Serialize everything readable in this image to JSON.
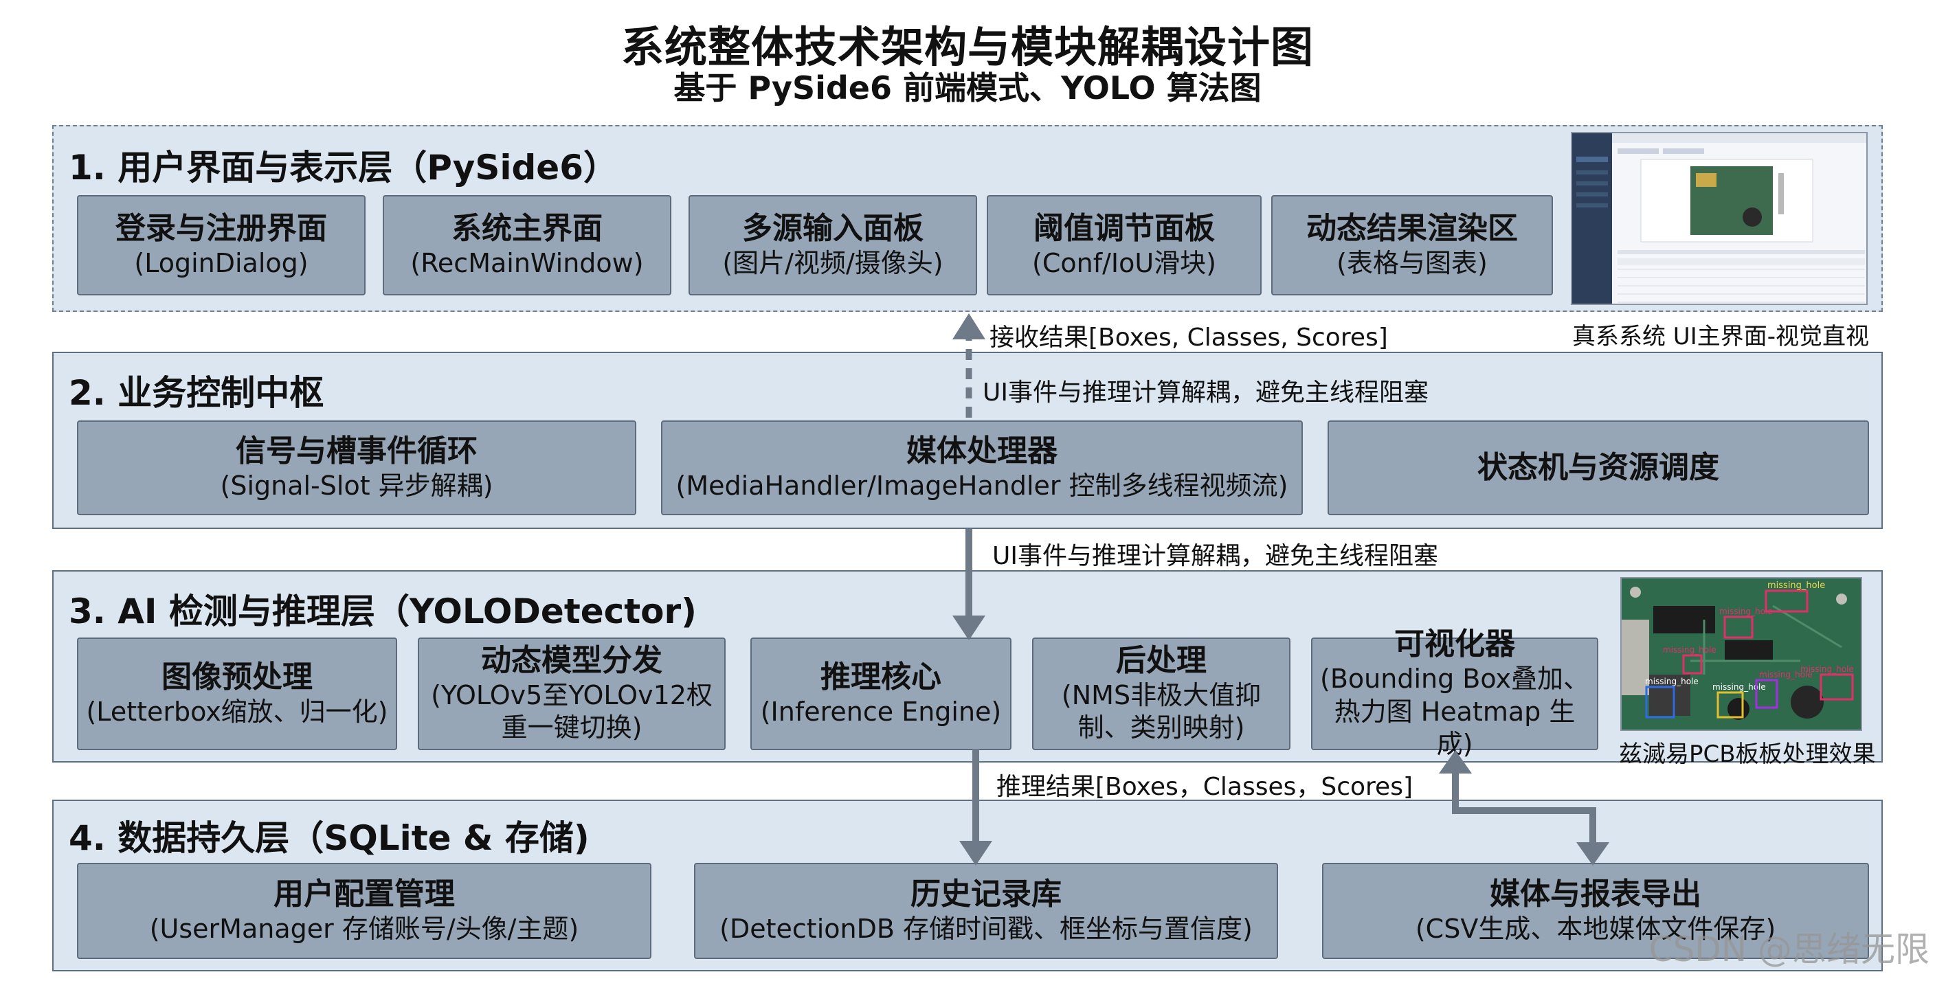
{
  "title": "系统整体技术架构与模块解耦设计图",
  "subtitle": "基于 PySide6 前端模式、YOLO 算法图",
  "layers": [
    {
      "title": "1. 用户界面与表示层（PySide6）",
      "boxes": [
        {
          "title": "登录与注册界面",
          "sub": "(LoginDialog)"
        },
        {
          "title": "系统主界面",
          "sub": "(RecMainWindow)"
        },
        {
          "title": "多源输入面板",
          "sub": "(图片/视频/摄像头)"
        },
        {
          "title": "阈值调节面板",
          "sub": "(Conf/IoU滑块)"
        },
        {
          "title": "动态结果渲染区",
          "sub": "(表格与图表)"
        }
      ],
      "caption": "真系系统 UI主界面-视觉直视"
    },
    {
      "title": "2. 业务控制中枢",
      "boxes": [
        {
          "title": "信号与槽事件循环",
          "sub": "(Signal-Slot 异步解耦)"
        },
        {
          "title": "媒体处理器",
          "sub": "(MediaHandler/ImageHandler 控制多线程视频流)"
        },
        {
          "title": "状态机与资源调度",
          "sub": ""
        }
      ]
    },
    {
      "title": "3. AI 检测与推理层（YOLODetector)",
      "boxes": [
        {
          "title": "图像预处理",
          "sub": "(Letterbox缩放、归一化)"
        },
        {
          "title": "动态模型分发",
          "sub": "(YOLOv5至YOLOv12权重一键切换)"
        },
        {
          "title": "推理核心",
          "sub": "(Inference Engine)"
        },
        {
          "title": "后处理",
          "sub": "(NMS非极大值抑制、类别映射)"
        },
        {
          "title": "可视化器",
          "sub": "(Bounding Box叠加、热力图 Heatmap 生成)"
        }
      ],
      "caption": "兹滅易PCB板板处理效果"
    },
    {
      "title": "4. 数据持久层（SQLite & 存储)",
      "boxes": [
        {
          "title": "用户配置管理",
          "sub": "(UserManager 存储账号/头像/主题)"
        },
        {
          "title": "历史记录库",
          "sub": "(DetectionDB 存储时间戳、框坐标与置信度)"
        },
        {
          "title": "媒体与报表导出",
          "sub": "(CSV生成、本地媒体文件保存)"
        }
      ]
    }
  ],
  "notes": {
    "receive_results": "接收结果[Boxes, Classes, Scores]",
    "decouple_1": "UI事件与推理计算解耦，避免主线程阻塞",
    "decouple_2": "UI事件与推理计算解耦，避免主线程阻塞",
    "inference_results": "推理结果[Boxes，Classes，Scores]"
  },
  "pcb_labels": [
    "missing_hole",
    "missing_hole",
    "missing_hole",
    "missing_hole",
    "missing_hole",
    "missing_hole",
    "missing_hole"
  ],
  "watermark": "CSDN @思绪无限",
  "colors": {
    "layer_bg": "#dce6f0",
    "box_bg": "#97a6b6",
    "arrow": "#6e7a88",
    "pcb": "#2f6a4c",
    "pcb_label": "#e0306a"
  }
}
